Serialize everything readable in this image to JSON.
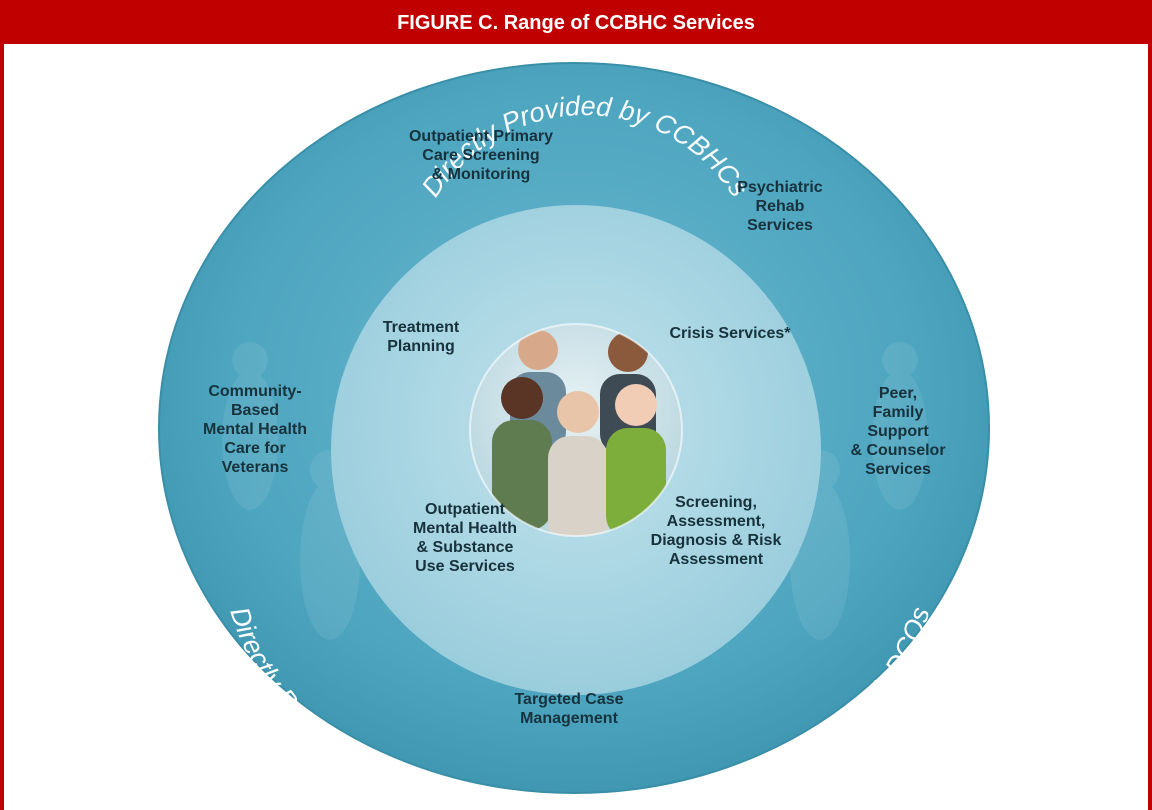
{
  "figure": {
    "title": "FIGURE C. Range of CCBHC Services"
  },
  "rings": {
    "inner_label": "Directly Provided by CCBHCs",
    "outer_label": "Directly Provided by CCBHCs or Through Formal Relationships with DCOs"
  },
  "outer_services": {
    "outpatient_primary_care": "Outpatient Primary\nCare Screening\n& Monitoring",
    "psychiatric_rehab": "Psychiatric\nRehab\nServices",
    "community_veterans": "Community-\nBased\nMental Health\nCare for\nVeterans",
    "peer_family": "Peer,\nFamily\nSupport\n& Counselor\nServices",
    "targeted_case": "Targeted Case\nManagement"
  },
  "inner_services": {
    "treatment_planning": "Treatment\nPlanning",
    "crisis_services": "Crisis Services*",
    "outpatient_mh_su": "Outpatient\nMental Health\n& Substance\nUse Services",
    "screening": "Screening,\nAssessment,\nDiagnosis & Risk\nAssessment"
  },
  "colors": {
    "frame": "#c00000",
    "outer_ring": "#4da5bf",
    "inner_circle": "#a5d5e3",
    "ring_text": "#ffffff",
    "label_text": "#17323c"
  }
}
